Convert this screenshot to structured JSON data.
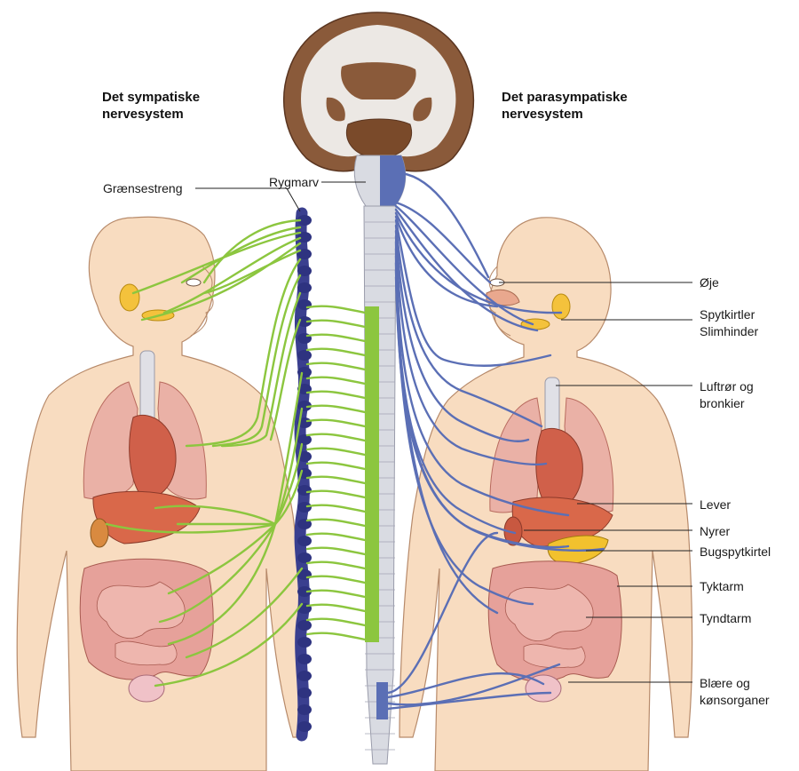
{
  "headings": {
    "sympathetic_line1": "Det sympatiske",
    "sympathetic_line2": "nervesystem",
    "parasympathetic_line1": "Det parasympatiske",
    "parasympathetic_line2": "nervesystem"
  },
  "labels": {
    "graensestreng": "Grænsestreng",
    "rygmarv": "Rygmarv",
    "oeje": "Øje",
    "spytkirtler": "Spytkirtler",
    "slimhinder": "Slimhinder",
    "luftroer_line1": "Luftrør og",
    "luftroer_line2": "bronkier",
    "lever": "Lever",
    "nyrer": "Nyrer",
    "bugspytkirtel": "Bugspytkirtel",
    "tyktarm": "Tyktarm",
    "tyndtarm": "Tyndtarm",
    "blaere_line1": "Blære og",
    "blaere_line2": "kønsorganer"
  },
  "colors": {
    "sympathetic": "#8cc63f",
    "parasympathetic": "#5b6fb5",
    "chain": "#3a3f8f",
    "skin": "#f8dcc0",
    "spine": "#d9dbe2",
    "brain_cortex": "#8a5a3a",
    "brain_white": "#ece8e4",
    "lung": "#eab1a6",
    "liver": "#d9684a",
    "intestine": "#e6a19a",
    "gland": "#f4c23c"
  }
}
